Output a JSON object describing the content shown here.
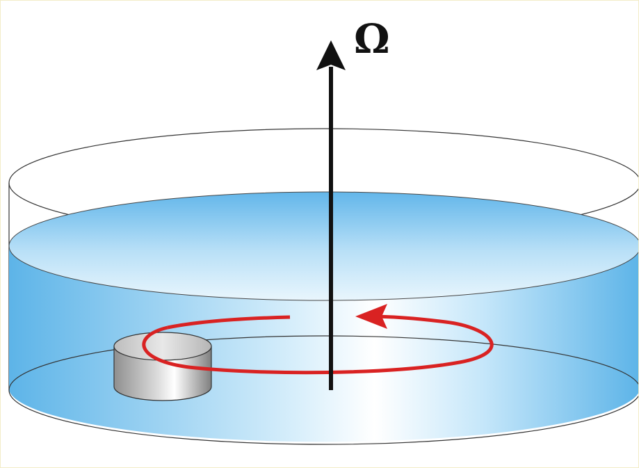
{
  "diagram": {
    "rotation_symbol": "Ω",
    "colors": {
      "water_edge": "#5db4e8",
      "water_light": "#e6f5fd",
      "water_surface": "#9dd3f3",
      "flow_arrow": "#d92222",
      "axis_arrow": "#111111",
      "obstacle_light": "#f4f4f4",
      "obstacle_dark": "#8a8a8a",
      "outline": "#333333"
    },
    "elements": [
      "rotating-tank",
      "water-layer",
      "cylindrical-obstacle",
      "rotation-axis-arrow",
      "circulation-arrow"
    ]
  }
}
